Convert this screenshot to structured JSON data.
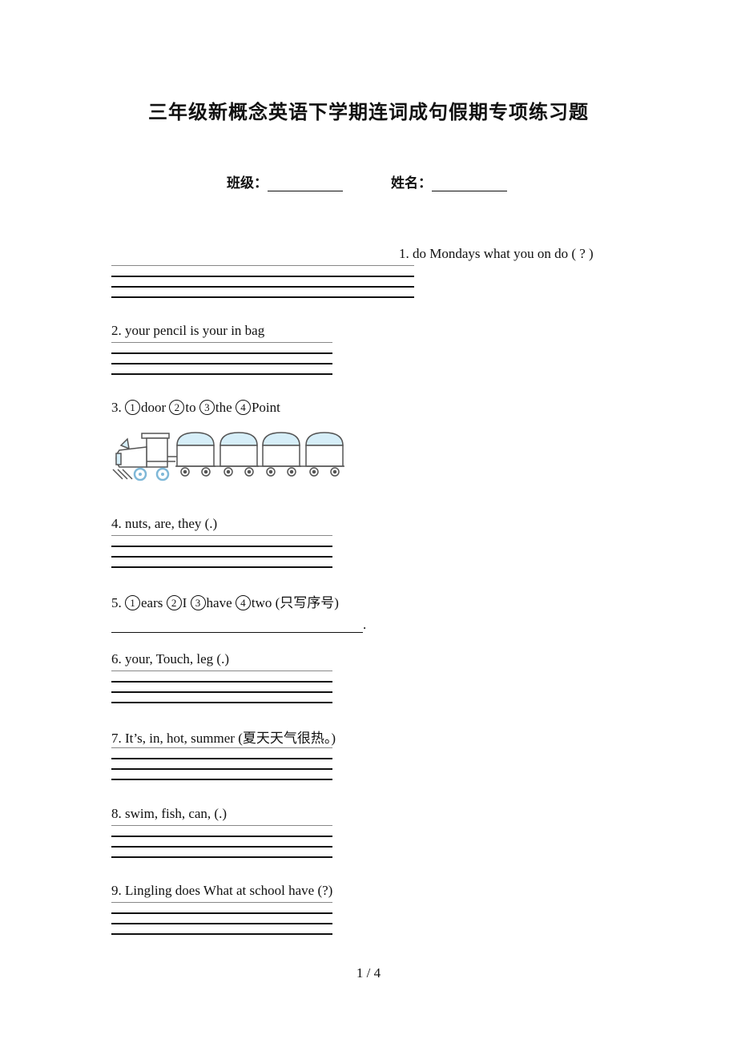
{
  "title": "三年级新概念英语下学期连词成句假期专项练习题",
  "class_label": "班级：",
  "name_label": "姓名：",
  "questions": {
    "q1": "1. do  Mondays  what you  on  do ( ? )",
    "q2": "2. your  pencil  is  your  in  bag",
    "q3": {
      "prefix": "3. ",
      "items": [
        {
          "num": "1",
          "word": "door"
        },
        {
          "num": "2",
          "word": "to"
        },
        {
          "num": "3",
          "word": "the"
        },
        {
          "num": "4",
          "word": "Point"
        }
      ]
    },
    "q4": "4. nuts, are, they (.)",
    "q5": {
      "prefix": "5. ",
      "items": [
        {
          "num": "1",
          "word": "ears"
        },
        {
          "num": "2",
          "word": "I"
        },
        {
          "num": "3",
          "word": "have"
        },
        {
          "num": "4",
          "word": "two (只写序号)"
        }
      ],
      "answer_end": "."
    },
    "q6": "6. your, Touch, leg (.)",
    "q7": "7. It’s, in, hot, summer (夏天天气很热。)",
    "q8": "8. swim, fish, can, (.)",
    "q9": "9. Lingling  does  What  at  school  have  (?)"
  },
  "page_number": "1 / 4",
  "colors": {
    "train_car": "#d6eef8",
    "train_outline": "#555555",
    "wheel": "#7fb8d8"
  }
}
